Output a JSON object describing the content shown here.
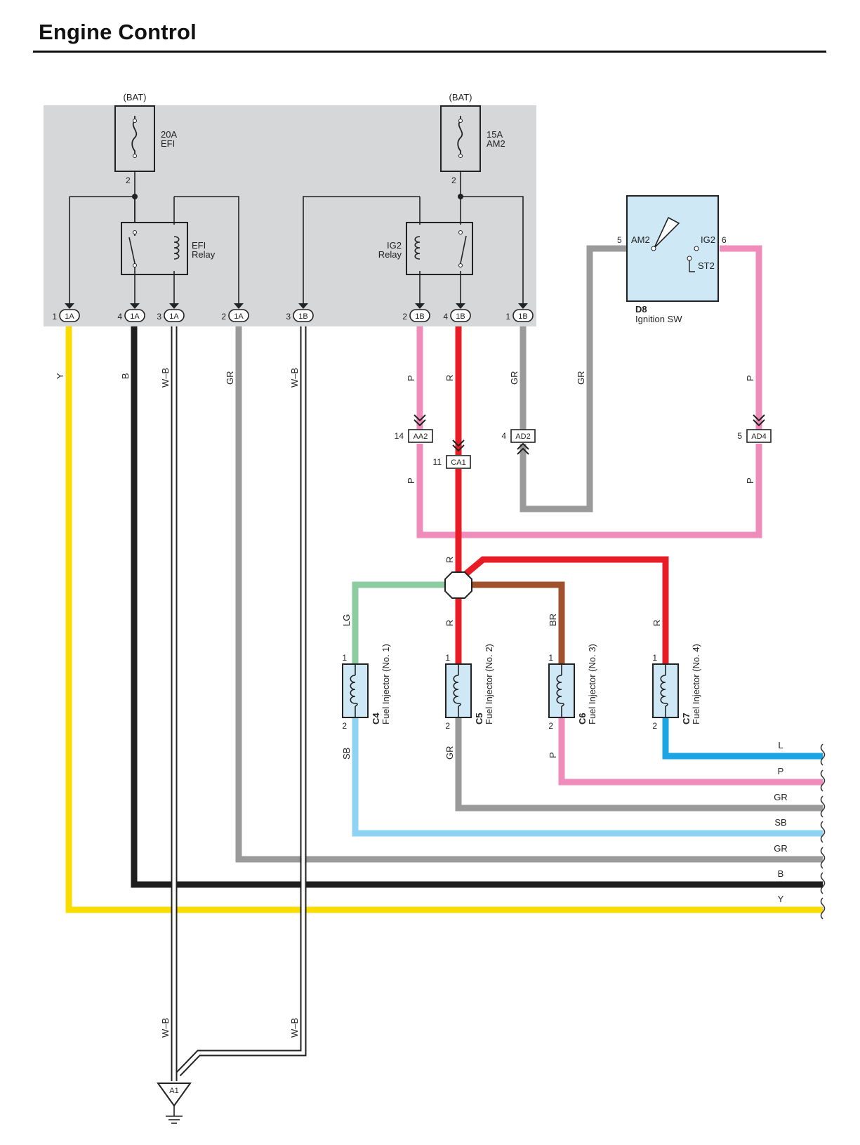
{
  "title": "Engine Control",
  "colors": {
    "relay_block": "#d6d7d9",
    "component_fill": "#cfe8f6",
    "Y": "#f9dc00",
    "B": "#1e1e1e",
    "GR": "#9a9a9a",
    "P": "#f08cba",
    "R": "#e81c24",
    "LG": "#8dcba0",
    "BR": "#a0522d",
    "L": "#1aa6e4",
    "SB": "#8fd3f4",
    "W-B": "#ffffff"
  },
  "bat_label": "(BAT)",
  "fuses": [
    {
      "rating": "20A",
      "name": "EFI",
      "pin": "2"
    },
    {
      "rating": "15A",
      "name": "AM2",
      "pin": "2"
    }
  ],
  "relays": [
    {
      "line1": "EFI",
      "line2": "Relay"
    },
    {
      "line1": "IG2",
      "line2": "Relay"
    }
  ],
  "block_connectors": [
    {
      "pin": "1",
      "name": "1A",
      "wire": "Y"
    },
    {
      "pin": "4",
      "name": "1A",
      "wire": "B"
    },
    {
      "pin": "3",
      "name": "1A",
      "wire": "W–B"
    },
    {
      "pin": "2",
      "name": "1A",
      "wire": "GR"
    },
    {
      "pin": "3",
      "name": "1B",
      "wire": "W–B"
    },
    {
      "pin": "2",
      "name": "1B",
      "wire": "P"
    },
    {
      "pin": "4",
      "name": "1B",
      "wire": "R"
    },
    {
      "pin": "1",
      "name": "1B",
      "wire": "GR"
    }
  ],
  "ignition_switch": {
    "code": "D8",
    "name": "Ignition SW",
    "term_am2": "AM2",
    "term_ig2": "IG2",
    "term_st2": "ST2",
    "pin_am2": "5",
    "pin_ig2": "6",
    "wire_am2": "GR",
    "wire_ig2": "P"
  },
  "inline_connectors": [
    {
      "pin": "14",
      "name": "AA2",
      "wire_below": "P"
    },
    {
      "pin": "11",
      "name": "CA1",
      "wire_below": "R"
    },
    {
      "pin": "4",
      "name": "AD2"
    },
    {
      "pin": "5",
      "name": "AD4",
      "wire_below": "P"
    }
  ],
  "splice_wire": "R",
  "injectors": [
    {
      "code": "C4",
      "name": "Fuel Injector (No. 1)",
      "pin1": "1",
      "pin2": "2",
      "wire_in": "LG",
      "wire_out": "SB"
    },
    {
      "code": "C5",
      "name": "Fuel Injector (No. 2)",
      "pin1": "1",
      "pin2": "2",
      "wire_in": "R",
      "wire_out": "GR"
    },
    {
      "code": "C6",
      "name": "Fuel Injector (No. 3)",
      "pin1": "1",
      "pin2": "2",
      "wire_in": "BR",
      "wire_out": "P"
    },
    {
      "code": "C7",
      "name": "Fuel Injector (No. 4)",
      "pin1": "1",
      "pin2": "2",
      "wire_in": "R",
      "wire_out": null
    }
  ],
  "right_edge_wires": [
    "L",
    "P",
    "GR",
    "SB",
    "GR",
    "B",
    "Y"
  ],
  "ground": {
    "name": "A1",
    "wire_left": "W–B",
    "wire_right": "W–B"
  }
}
